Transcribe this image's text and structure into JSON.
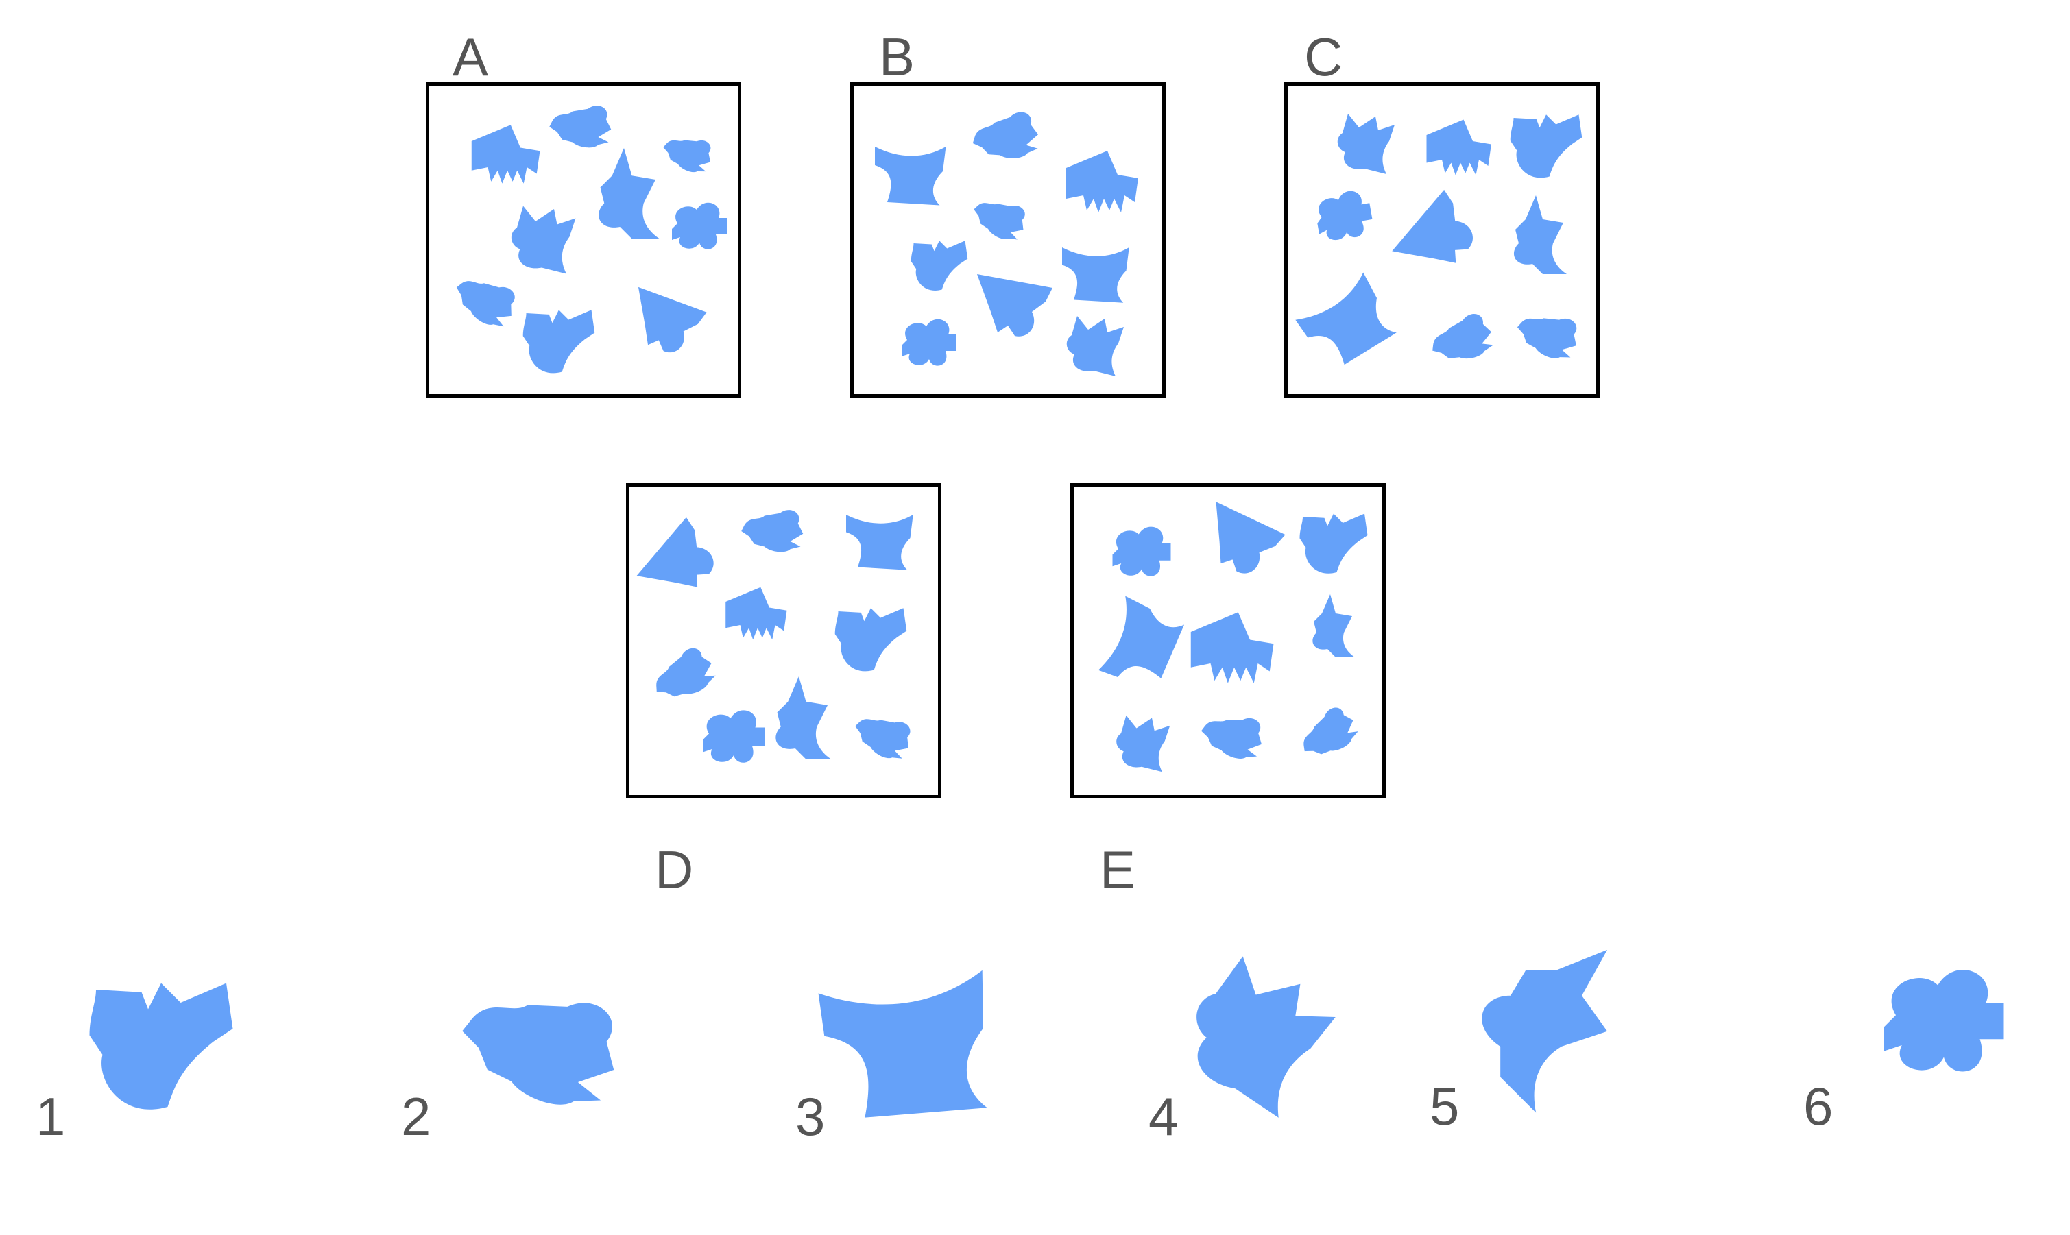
{
  "panels": [
    {
      "label": "A"
    },
    {
      "label": "B"
    },
    {
      "label": "C"
    },
    {
      "label": "D"
    },
    {
      "label": "E"
    }
  ],
  "options": [
    {
      "label": "1"
    },
    {
      "label": "2"
    },
    {
      "label": "3"
    },
    {
      "label": "4"
    },
    {
      "label": "5"
    },
    {
      "label": "6"
    }
  ],
  "colors": {
    "shape_fill": "#65a1f9",
    "border": "#000000",
    "label": "#555555"
  }
}
